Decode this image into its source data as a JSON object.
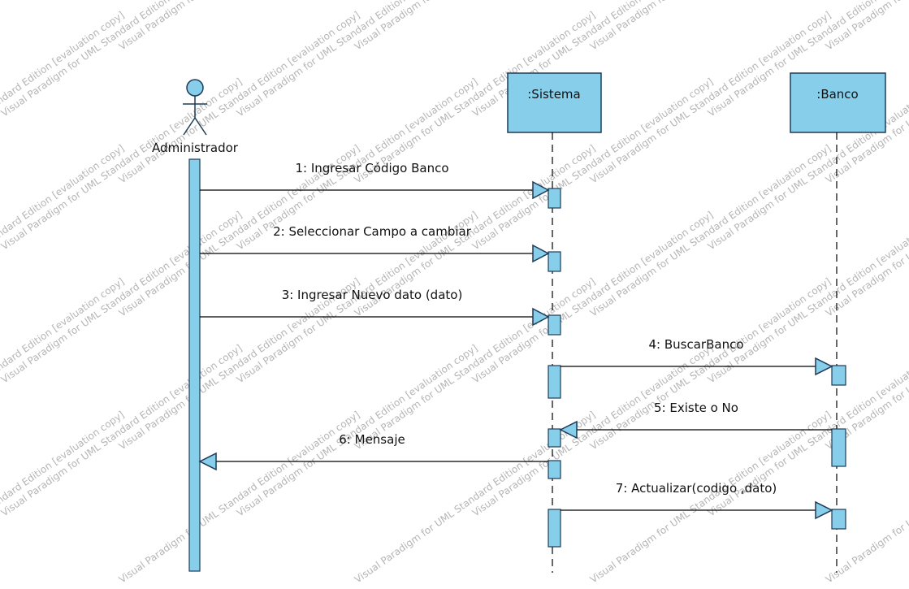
{
  "diagram": {
    "type": "uml-sequence",
    "colors": {
      "fill": "#87ceeb",
      "stroke": "#1f3b57",
      "line": "#000000"
    },
    "actor": {
      "label": "Administrador"
    },
    "lifelines": [
      {
        "id": "sistema",
        "label": ":Sistema"
      },
      {
        "id": "banco",
        "label": ":Banco"
      }
    ],
    "messages": [
      {
        "label": "1: Ingresar Código Banco",
        "from": "actor",
        "to": "sistema"
      },
      {
        "label": "2: Seleccionar Campo a cambiar",
        "from": "actor",
        "to": "sistema"
      },
      {
        "label": "3: Ingresar Nuevo dato (dato)",
        "from": "actor",
        "to": "sistema"
      },
      {
        "label": "4: BuscarBanco",
        "from": "sistema",
        "to": "banco"
      },
      {
        "label": "5: Existe o No",
        "from": "banco",
        "to": "sistema"
      },
      {
        "label": "6: Mensaje",
        "from": "sistema",
        "to": "actor"
      },
      {
        "label": "7: Actualizar(codigo ,dato)",
        "from": "sistema",
        "to": "banco"
      }
    ]
  },
  "watermark": {
    "texts": [
      "Visual Paradigm for UML Standard Edition [evaluation copy]"
    ]
  }
}
